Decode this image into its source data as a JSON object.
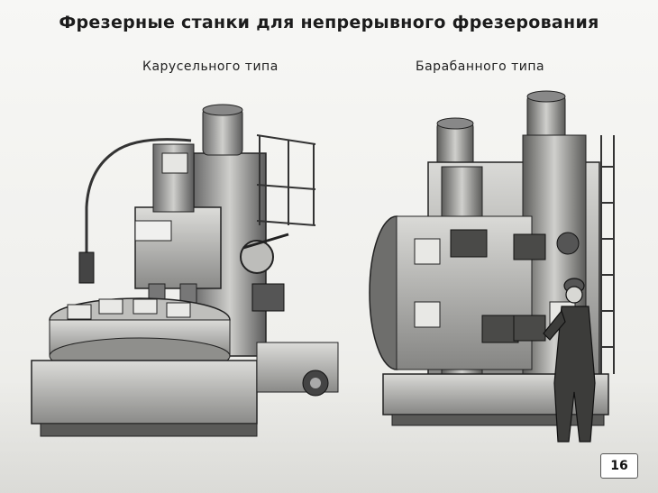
{
  "title": "Фрезерные станки для непрерывного фрезерования",
  "left_machine": {
    "label": "Карусельного типа",
    "illustration": "carousel-milling-machine"
  },
  "right_machine": {
    "label": "Барабанного типа",
    "illustration": "drum-milling-machine"
  },
  "page_number": "16",
  "colors": {
    "background": "#efefec",
    "ink": "#1c1c1c",
    "metal_dark": "#3a3a3a",
    "metal_light": "#d9d9d6"
  }
}
